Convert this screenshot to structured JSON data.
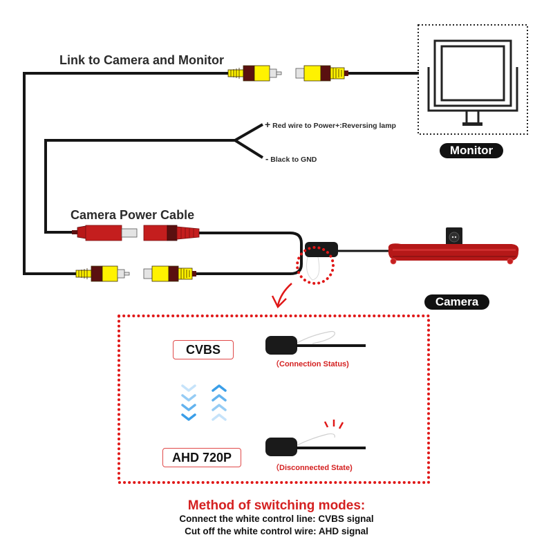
{
  "labels": {
    "link_title": "Link to Camera and Monitor",
    "power_title": "Camera Power Cable",
    "red_wire_sign": "+",
    "red_wire_note": "Red wire to Power+:Reversing lamp",
    "black_wire_sign": "-",
    "black_wire_note": "Black to GND",
    "monitor_badge": "Monitor",
    "camera_badge": "Camera"
  },
  "modes": {
    "cvbs_label": "CVBS",
    "cvbs_state": "（Connection Status)",
    "ahd_label": "AHD 720P",
    "ahd_state": "（Disconnected State)"
  },
  "footer": {
    "title": "Method of switching modes:",
    "line1": "Connect the white control line: CVBS signal",
    "line2": "Cut off the white control wire: AHD signal"
  },
  "colors": {
    "accent_red": "#d42020",
    "connector_yellow": "#fff200",
    "connector_band": "#5a1010",
    "power_red": "#b81818",
    "arrow_blue": "#3a9ee8",
    "arrow_blue_light": "#b9dcf7",
    "cable_black": "#151515"
  },
  "icons": {
    "monitor": "monitor-icon",
    "camera": "brake-light-camera-icon",
    "switch_down": "chevrons-down-icon",
    "switch_up": "chevrons-up-icon"
  }
}
